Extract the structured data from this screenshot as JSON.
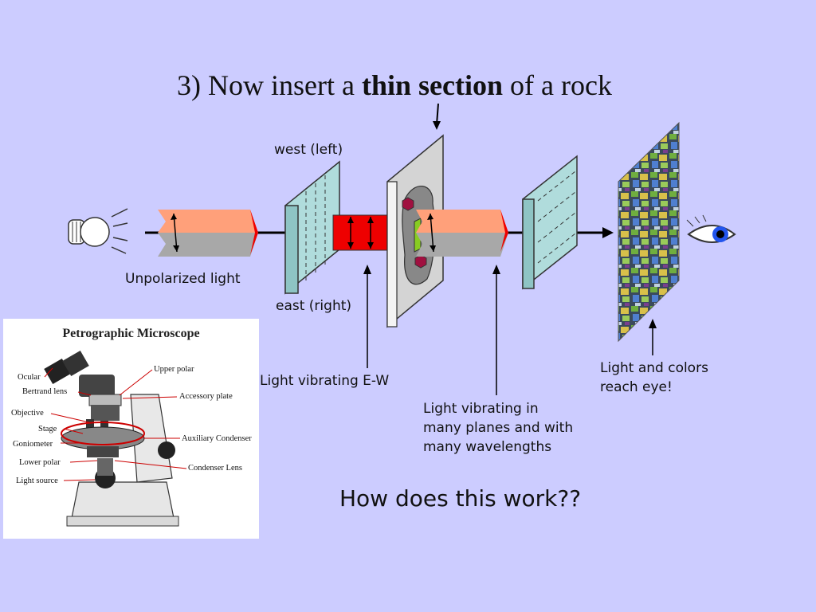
{
  "title": {
    "prefix": "3) Now insert a ",
    "bold": "thin section",
    "suffix": " of a rock"
  },
  "labels": {
    "west": "west (left)",
    "east": "east (right)",
    "unpolarized": "Unpolarized light",
    "ew": "Light vibrating E-W",
    "many_planes_1": "Light vibrating in",
    "many_planes_2": "many planes and with",
    "many_planes_3": "many wavelengths",
    "reach_1": "Light and colors",
    "reach_2": "reach eye!",
    "question": "How does this work??"
  },
  "microscope": {
    "title": "Petrographic Microscope",
    "parts_left": [
      "Ocular",
      "Bertrand lens",
      "Objective",
      "Stage",
      "Goniometer",
      "Lower polar",
      "Light source"
    ],
    "parts_right": [
      "Upper polar",
      "Accessory plate",
      "Auxiliary Condenser",
      "Condenser Lens"
    ]
  },
  "colors": {
    "background": "#ccccff",
    "polarizer": "#b0dcdc",
    "red_beam": "#ee0000",
    "orange_beam": "#ffa07a",
    "gray_beam": "#a0a0a0",
    "eye_iris": "#2255ee"
  }
}
